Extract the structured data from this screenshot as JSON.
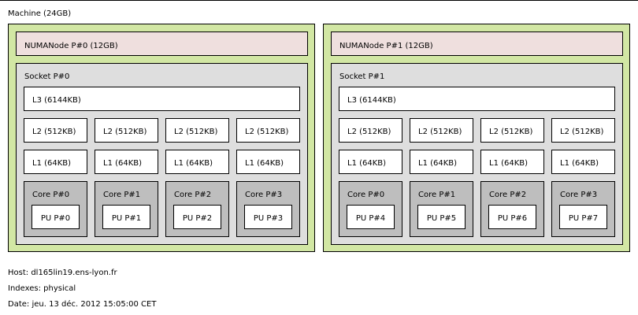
{
  "machine": {
    "label": "Machine (24GB)"
  },
  "numa_nodes": [
    {
      "label": "NUMANode P#0 (12GB)",
      "socket": "Socket P#0",
      "l3": "L3 (6144KB)",
      "l2": [
        "L2 (512KB)",
        "L2 (512KB)",
        "L2 (512KB)",
        "L2 (512KB)"
      ],
      "l1": [
        "L1 (64KB)",
        "L1 (64KB)",
        "L1 (64KB)",
        "L1 (64KB)"
      ],
      "cores": [
        {
          "label": "Core P#0",
          "pu": "PU P#0"
        },
        {
          "label": "Core P#1",
          "pu": "PU P#1"
        },
        {
          "label": "Core P#2",
          "pu": "PU P#2"
        },
        {
          "label": "Core P#3",
          "pu": "PU P#3"
        }
      ]
    },
    {
      "label": "NUMANode P#1 (12GB)",
      "socket": "Socket P#1",
      "l3": "L3 (6144KB)",
      "l2": [
        "L2 (512KB)",
        "L2 (512KB)",
        "L2 (512KB)",
        "L2 (512KB)"
      ],
      "l1": [
        "L1 (64KB)",
        "L1 (64KB)",
        "L1 (64KB)",
        "L1 (64KB)"
      ],
      "cores": [
        {
          "label": "Core P#0",
          "pu": "PU P#4"
        },
        {
          "label": "Core P#1",
          "pu": "PU P#5"
        },
        {
          "label": "Core P#2",
          "pu": "PU P#6"
        },
        {
          "label": "Core P#3",
          "pu": "PU P#7"
        }
      ]
    }
  ],
  "footer": {
    "host": "Host: dl165lin19.ens-lyon.fr",
    "indexes": "Indexes: physical",
    "date": "Date: jeu. 13 déc. 2012 15:05:00 CET"
  },
  "colors": {
    "numa_package": "#d2e7a4",
    "numa_memory": "#efdfde",
    "socket": "#dedede",
    "cache": "#ffffff",
    "core": "#bebebe",
    "pu": "#ffffff"
  }
}
